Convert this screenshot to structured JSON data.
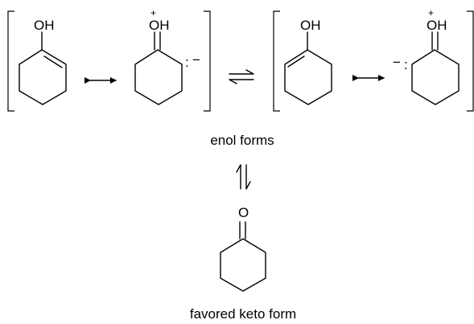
{
  "labels": {
    "oh": "OH",
    "oxygen": "O",
    "plus": "+",
    "minus": "−",
    "lone_pair": ":"
  },
  "captions": {
    "enol_forms": "enol forms",
    "keto_form": "favored keto form"
  }
}
